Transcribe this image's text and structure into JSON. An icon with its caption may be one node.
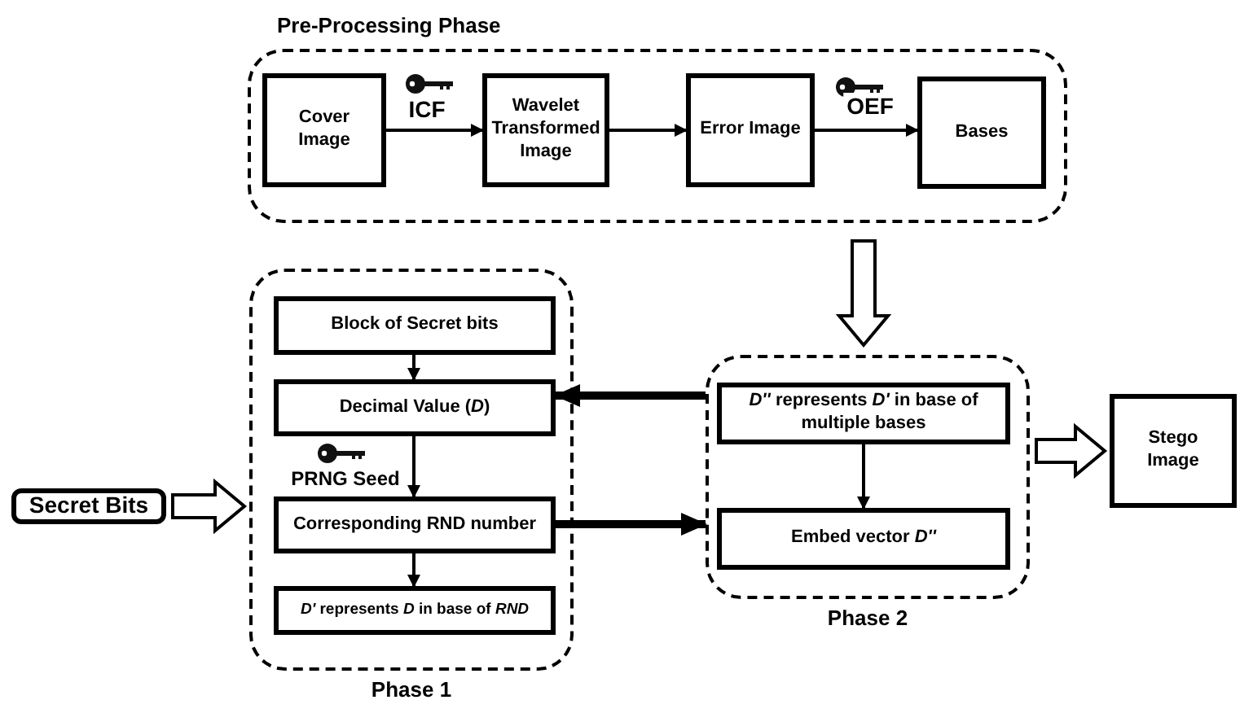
{
  "diagram": {
    "nodes": [
      {
        "text": [
          "Pre-Processing Phase"
        ]
      },
      {
        "text": [
          "Cover Image"
        ],
        "in": 0
      },
      {
        "text": [
          "Wavelet Transformed Image"
        ],
        "in": 0
      },
      {
        "text": [
          "Error Image"
        ],
        "in": 0
      },
      {
        "text": [
          "Bases"
        ],
        "in": 0
      },
      {
        "text": [
          "Phase 1"
        ]
      },
      {
        "text": [
          "Block of Secret bits"
        ],
        "in": 5
      },
      {
        "text": [
          "Decimal Value (*D*)"
        ],
        "in": 5
      },
      {
        "text": [
          "Corresponding RND number"
        ],
        "in": 5
      },
      {
        "text": [
          "*D'* represents *D* in base of *RND*"
        ],
        "in": 5
      },
      {
        "text": [
          "Phase 2"
        ]
      },
      {
        "text": [
          "*D''* represents *D'* in base of multiple bases"
        ],
        "in": 10
      },
      {
        "text": [
          "Embed vector *D''*"
        ],
        "in": 10
      },
      {
        "text": [
          "Secret Bits"
        ]
      },
      {
        "text": [
          "Stego Image"
        ]
      }
    ],
    "edges": [
      {
        "from": 1,
        "to": 2,
        "arrow": "to",
        "label": "ICF"
      },
      {
        "from": 2,
        "to": 3,
        "arrow": "to"
      },
      {
        "from": 3,
        "to": 4,
        "arrow": "to",
        "label": "OEF"
      },
      {
        "from": 0,
        "to": 10,
        "arrow": "to",
        "style": "thick"
      },
      {
        "from": 6,
        "to": 7,
        "arrow": "to"
      },
      {
        "from": 7,
        "to": 8,
        "arrow": "to",
        "label": "PRNG Seed"
      },
      {
        "from": 8,
        "to": 9,
        "arrow": "to"
      },
      {
        "from": 10,
        "to": 7,
        "arrow": "to",
        "style": "thick"
      },
      {
        "from": 8,
        "to": 10,
        "arrow": "to",
        "style": "thick"
      },
      {
        "from": 11,
        "to": 12,
        "arrow": "to"
      },
      {
        "from": 13,
        "to": 5,
        "arrow": "to",
        "style": "thick"
      },
      {
        "from": 10,
        "to": 14,
        "arrow": "to",
        "style": "thick"
      }
    ]
  }
}
